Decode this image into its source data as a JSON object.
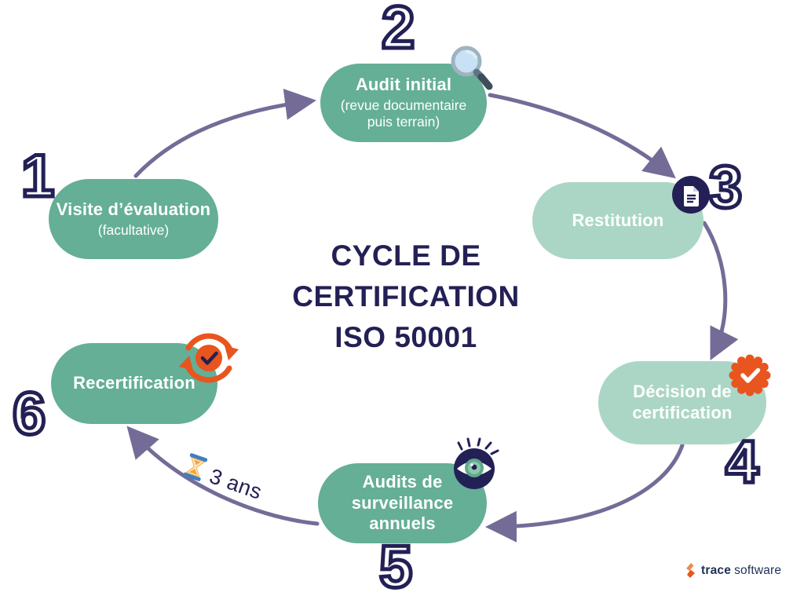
{
  "center_title": {
    "line1": "CYCLE DE",
    "line2": "CERTIFICATION",
    "line3": "ISO 50001"
  },
  "stages": [
    {
      "number": "1",
      "label": "Visite d’évaluation",
      "sublabel": "(facultative)",
      "icon": "none"
    },
    {
      "number": "2",
      "label": "Audit initial",
      "sub_line1": "(revue documentaire",
      "sub_line2": "puis terrain)",
      "icon": "magnifier"
    },
    {
      "number": "3",
      "label": "Restitution",
      "icon": "document"
    },
    {
      "number": "4",
      "label_line1": "Décision de",
      "label_line2": "certification",
      "icon": "certification-seal"
    },
    {
      "number": "5",
      "label_line1": "Audits de",
      "label_line2": "surveillance",
      "label_line3": "annuels",
      "icon": "eye"
    },
    {
      "number": "6",
      "label": "Recertification",
      "icon": "renewal-arrows"
    }
  ],
  "annotation": {
    "label": "3 ans",
    "icon": "hourglass"
  },
  "logo": {
    "name_bold": "trace",
    "name_light": "software"
  },
  "colors": {
    "pill_dark_green": "#64AF96",
    "pill_light_green": "#ABD6C6",
    "navy": "#232055",
    "arrow_purple": "#746C97",
    "accent_orange": "#E8551E",
    "background": "#FFFFFF"
  }
}
